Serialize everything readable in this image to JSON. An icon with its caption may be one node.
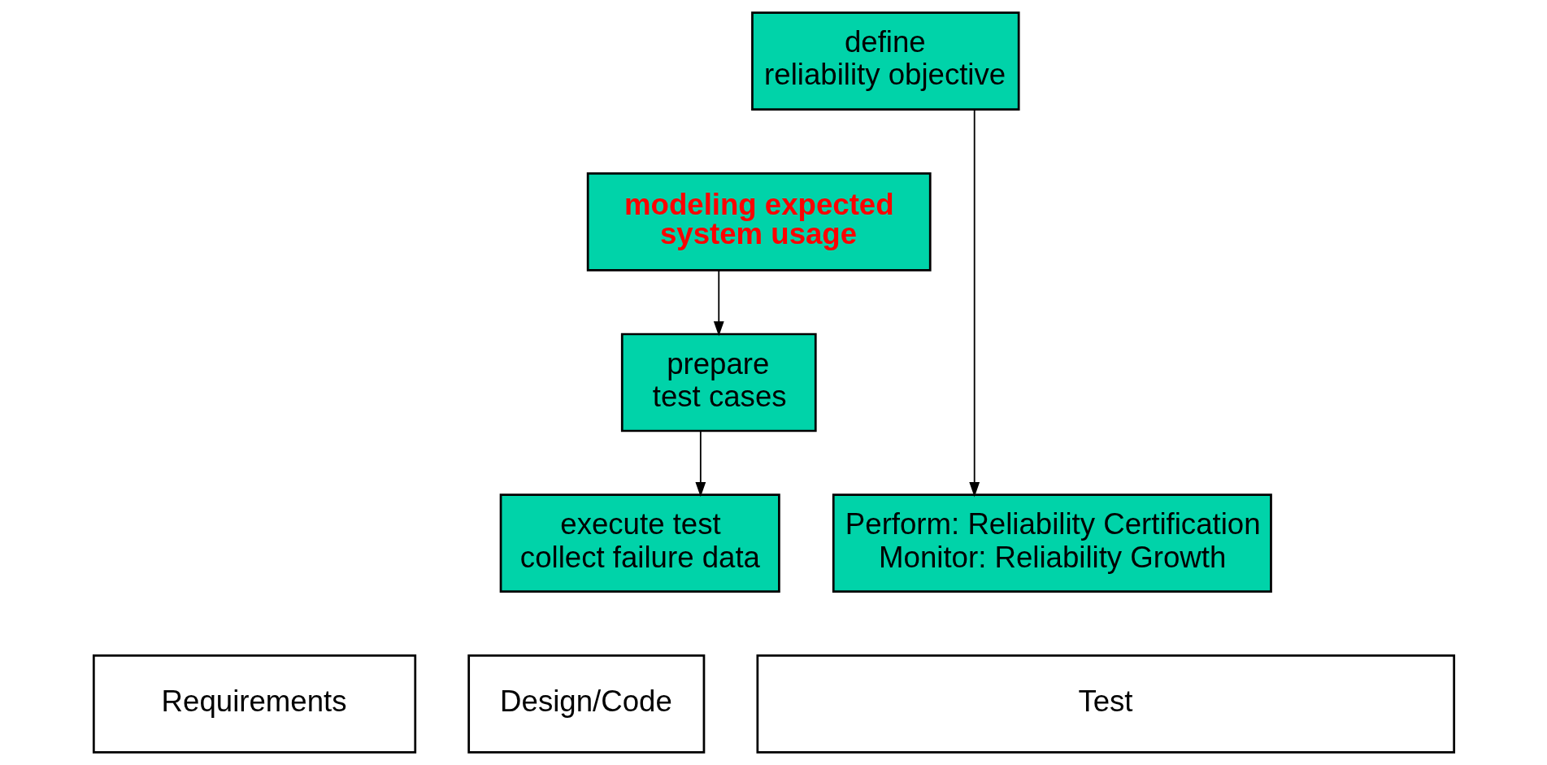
{
  "diagram": {
    "nodes": [
      {
        "text": [
          "define reliability objective"
        ]
      },
      {
        "text": [
          "modeling expected system usage"
        ]
      },
      {
        "text": [
          "prepare test cases"
        ]
      },
      {
        "text": [
          "execute test collect failure data"
        ]
      },
      {
        "text": [
          "Perform: Reliability Certification",
          "Monitor: Reliability Growth"
        ]
      },
      {
        "text": [
          "Requirements"
        ]
      },
      {
        "text": [
          "Design/Code"
        ]
      },
      {
        "text": [
          "Test"
        ]
      }
    ],
    "edges": [
      {
        "from": 0,
        "to": 4,
        "arrow": "to"
      },
      {
        "from": 1,
        "to": 2,
        "arrow": "to"
      },
      {
        "from": 2,
        "to": 3,
        "arrow": "to"
      }
    ]
  }
}
